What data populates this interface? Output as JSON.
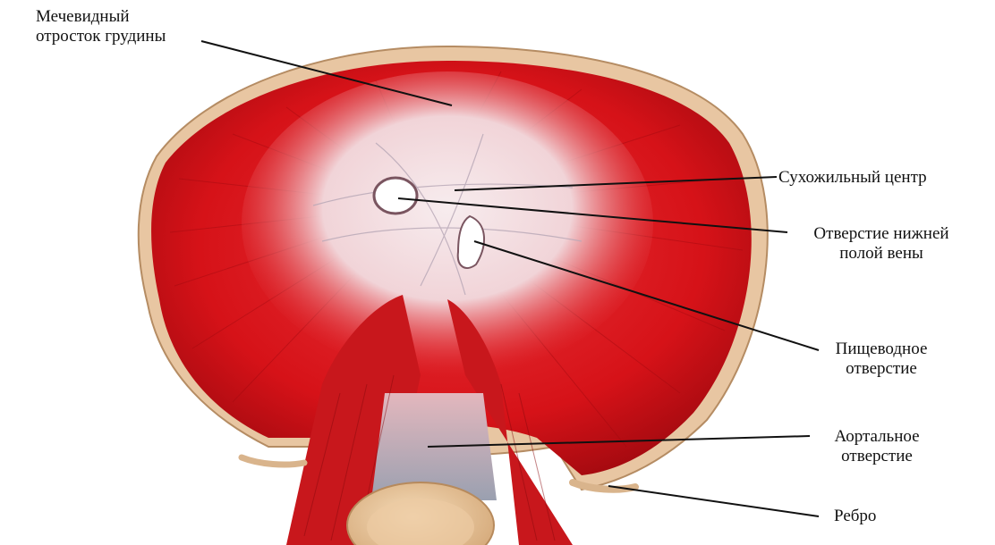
{
  "labels": {
    "xiphoid": {
      "line1": "Мечевидный",
      "line2": "отросток грудины"
    },
    "central_tendon": {
      "line1": "Сухожильный центр"
    },
    "vena_cava_foramen": {
      "line1": "Отверстие нижней",
      "line2": "полой вены"
    },
    "esophageal_hiatus": {
      "line1": "Пищеводное",
      "line2": "отверстие"
    },
    "aortic_hiatus": {
      "line1": "Аортальное",
      "line2": "отверстие"
    },
    "rib": {
      "line1": "Ребро"
    }
  },
  "colors": {
    "muscle": "#d8141a",
    "muscle_dark": "#a80d12",
    "tendon": "#f3dfe2",
    "bone": "#e9c9a6",
    "leader_line": "#111111",
    "text": "#111111"
  }
}
